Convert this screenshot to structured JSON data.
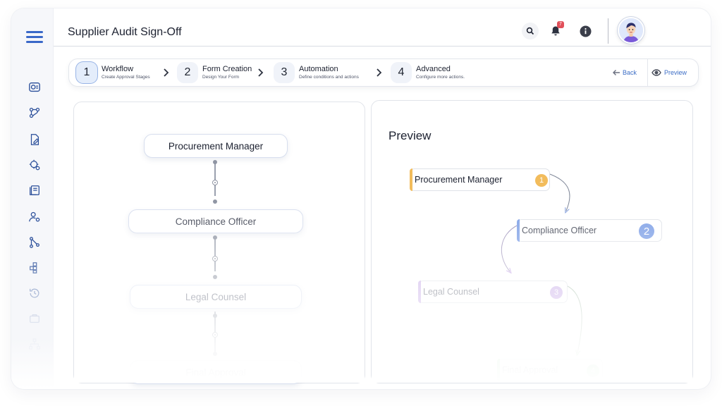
{
  "header": {
    "title": "Supplier Audit Sign-Off",
    "notification_count": "7"
  },
  "sidebar": {
    "items": [
      {
        "icon": "dashboard-icon"
      },
      {
        "icon": "workflow-icon"
      },
      {
        "icon": "form-edit-icon"
      },
      {
        "icon": "automation-icon"
      },
      {
        "icon": "documents-icon"
      },
      {
        "icon": "user-settings-icon"
      },
      {
        "icon": "network-icon"
      },
      {
        "icon": "blocks-icon"
      },
      {
        "icon": "history-icon"
      },
      {
        "icon": "briefcase-icon"
      },
      {
        "icon": "org-chart-icon"
      }
    ]
  },
  "stepper": {
    "steps": [
      {
        "num": "1",
        "title": "Workflow",
        "sub": "Create Approval Stages"
      },
      {
        "num": "2",
        "title": "Form Creation",
        "sub": "Design Your Form"
      },
      {
        "num": "3",
        "title": "Automation",
        "sub": "Define conditions and actions"
      },
      {
        "num": "4",
        "title": "Advanced",
        "sub": "Configure more actions."
      }
    ],
    "back_label": "Back",
    "preview_label": "Preview"
  },
  "workflow": {
    "stages": [
      {
        "label": "Procurement Manager"
      },
      {
        "label": "Compliance Officer"
      },
      {
        "label": "Legal Counsel"
      },
      {
        "label": "Final Approval"
      }
    ]
  },
  "preview": {
    "title": "Preview",
    "nodes": [
      {
        "label": "Procurement Manager",
        "num": "1",
        "color": "#f2bc5c"
      },
      {
        "label": "Compliance Officer",
        "num": "2",
        "color": "#7d9fe6"
      },
      {
        "label": "Legal Counsel",
        "num": "3",
        "color": "#c4a6e6"
      },
      {
        "label": "Final Approval",
        "num": "4",
        "color": "#7dd08a"
      }
    ]
  },
  "colors": {
    "accent": "#3d6ec6",
    "badge": "#e1505a"
  }
}
